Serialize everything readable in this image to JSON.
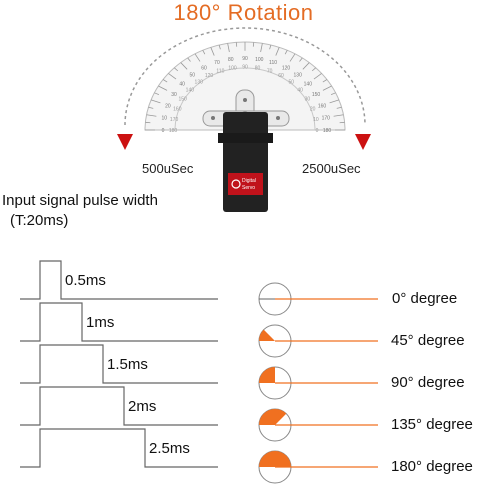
{
  "title": "180° Rotation",
  "range": {
    "left_label": "500uSec",
    "right_label": "2500uSec"
  },
  "protractor": {
    "outer_ticks": [
      "0",
      "10",
      "20",
      "30",
      "40",
      "50",
      "60",
      "70",
      "80",
      "90",
      "100",
      "110",
      "120",
      "130",
      "140",
      "150",
      "160",
      "170",
      "180"
    ],
    "inner_ticks": [
      "180",
      "170",
      "160",
      "150",
      "140",
      "130",
      "120",
      "110",
      "100",
      "90",
      "80",
      "70",
      "60",
      "50",
      "40",
      "30",
      "20",
      "10",
      "0"
    ]
  },
  "servo": {
    "badge_line1": "Digital",
    "badge_line2": "Servo"
  },
  "input_label": {
    "line1": "Input signal pulse width",
    "line2": "(T:20ms)"
  },
  "colors": {
    "accent": "#f07020",
    "title": "#e46c24",
    "arrow": "#cc1111",
    "line": "#666666"
  },
  "pulses": [
    {
      "label": "0.5ms",
      "width_ms": 0.5
    },
    {
      "label": "1ms",
      "width_ms": 1.0
    },
    {
      "label": "1.5ms",
      "width_ms": 1.5
    },
    {
      "label": "2ms",
      "width_ms": 2.0
    },
    {
      "label": "2.5ms",
      "width_ms": 2.5
    }
  ],
  "angles": [
    {
      "label": "0° degree",
      "degrees": 0
    },
    {
      "label": "45° degree",
      "degrees": 45
    },
    {
      "label": "90° degree",
      "degrees": 90
    },
    {
      "label": "135° degree",
      "degrees": 135
    },
    {
      "label": "180° degree",
      "degrees": 180
    }
  ]
}
